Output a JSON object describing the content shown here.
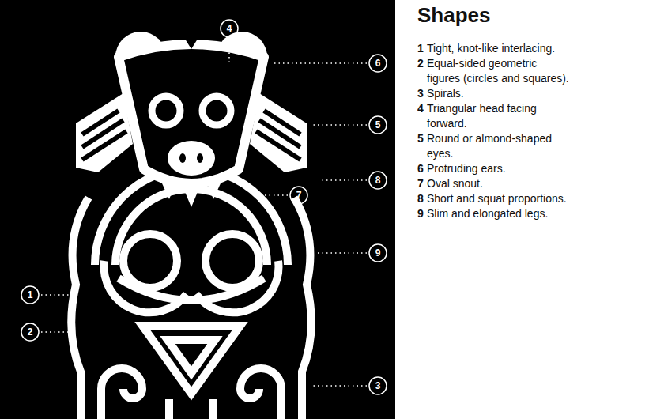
{
  "diagram": {
    "title": "Shapes",
    "labels": [
      "4",
      "6",
      "5",
      "8",
      "7",
      "9",
      "1",
      "2",
      "3",
      "1",
      "Tight, knot-like interlacing.",
      "2",
      "Equal-sided geometric figures (circles and squares).",
      "3",
      "Spirals.",
      "4",
      "Triangular head facing forward.",
      "5",
      "Round or almond-shaped eyes.",
      "6",
      "Protruding ears.",
      "7",
      "Oval snout.",
      "8",
      "Short and squat proportions.",
      "9",
      "Slim and elongated legs."
    ]
  }
}
